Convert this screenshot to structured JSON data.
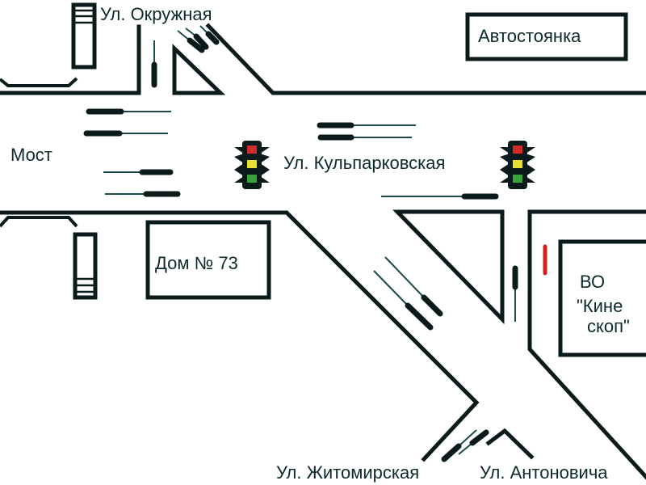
{
  "labels": {
    "street_okruzhnaya": "Ул. Окружная",
    "parking": "Автостоянка",
    "bridge": "Мост",
    "street_kulparkovskaya": "Ул. Кульпарковская",
    "house": "Дом № 73",
    "vo_line1": "ВО",
    "vo_line2": "\"Кине",
    "vo_line3": "скоп\"",
    "street_zhytomyrska": "Ул. Житомирская",
    "street_antonovycha": "Ул. Антоновича"
  },
  "colors": {
    "line": "#0b1a1a",
    "light_red": "#d22b2b",
    "light_yellow": "#e8e030",
    "light_green": "#3aa33a",
    "marker_red": "#d42020"
  }
}
